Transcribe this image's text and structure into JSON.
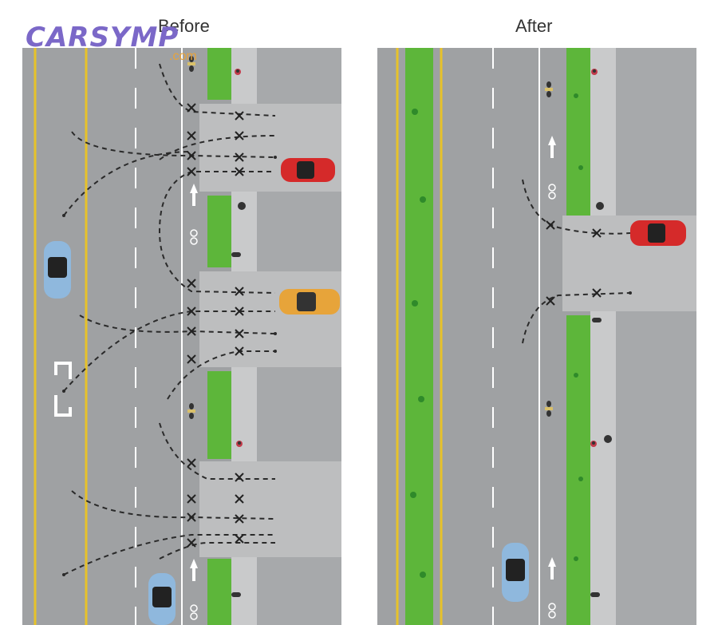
{
  "panels": {
    "before": {
      "title": "Before"
    },
    "after": {
      "title": "After"
    }
  },
  "watermark": {
    "text": "CARSYMP",
    "subtext": ".com"
  },
  "colors": {
    "road": "#9fa1a3",
    "sidewalk": "#c9cacb",
    "driveway": "#b9babb",
    "median_green": "#5db63a",
    "yellow_line": "#e7c22a",
    "car_red": "#d52a2a",
    "car_orange": "#e7a43a",
    "car_blue": "#8fb8dd",
    "path_dash": "#2a2a2a"
  },
  "icons": [
    "conflict-x-icon",
    "car-icon",
    "bicycle-icon",
    "pedestrian-icon",
    "arrow-up-icon",
    "u-turn-arrow-icon"
  ]
}
